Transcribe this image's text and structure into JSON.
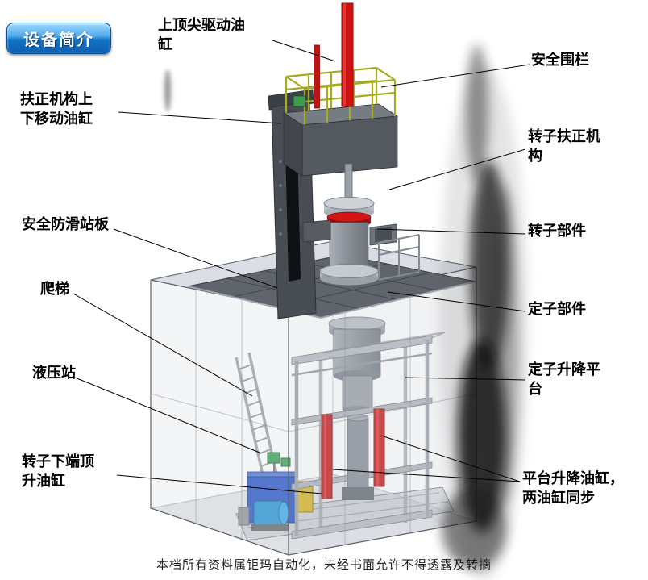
{
  "badge": {
    "label": "设备简介"
  },
  "callouts": [
    {
      "label": "上顶尖驱动油\n缸"
    },
    {
      "label": "安全围栏"
    },
    {
      "label": "扶正机构上\n下移动油缸"
    },
    {
      "label": "转子扶正机\n构"
    },
    {
      "label": "安全防滑站板"
    },
    {
      "label": "转子部件"
    },
    {
      "label": "爬梯"
    },
    {
      "label": "定子部件"
    },
    {
      "label": "液压站"
    },
    {
      "label": "定子升降平\n台"
    },
    {
      "label": "转子下端顶\n升油缸"
    },
    {
      "label": "平台升降油缸，\n两油缸同步"
    }
  ],
  "footer": {
    "text": "本档所有资料属钜玛自动化，未经书面允许不得透露及转摘"
  },
  "colors": {
    "badge_blue": "#1374c9",
    "cylinder_red": "#c71313",
    "railing_yellow": "#a8aa1e",
    "hydraulic_blue": "#2353c8",
    "frame_gray": "#b4bac1",
    "platform_dark": "#60656d"
  }
}
